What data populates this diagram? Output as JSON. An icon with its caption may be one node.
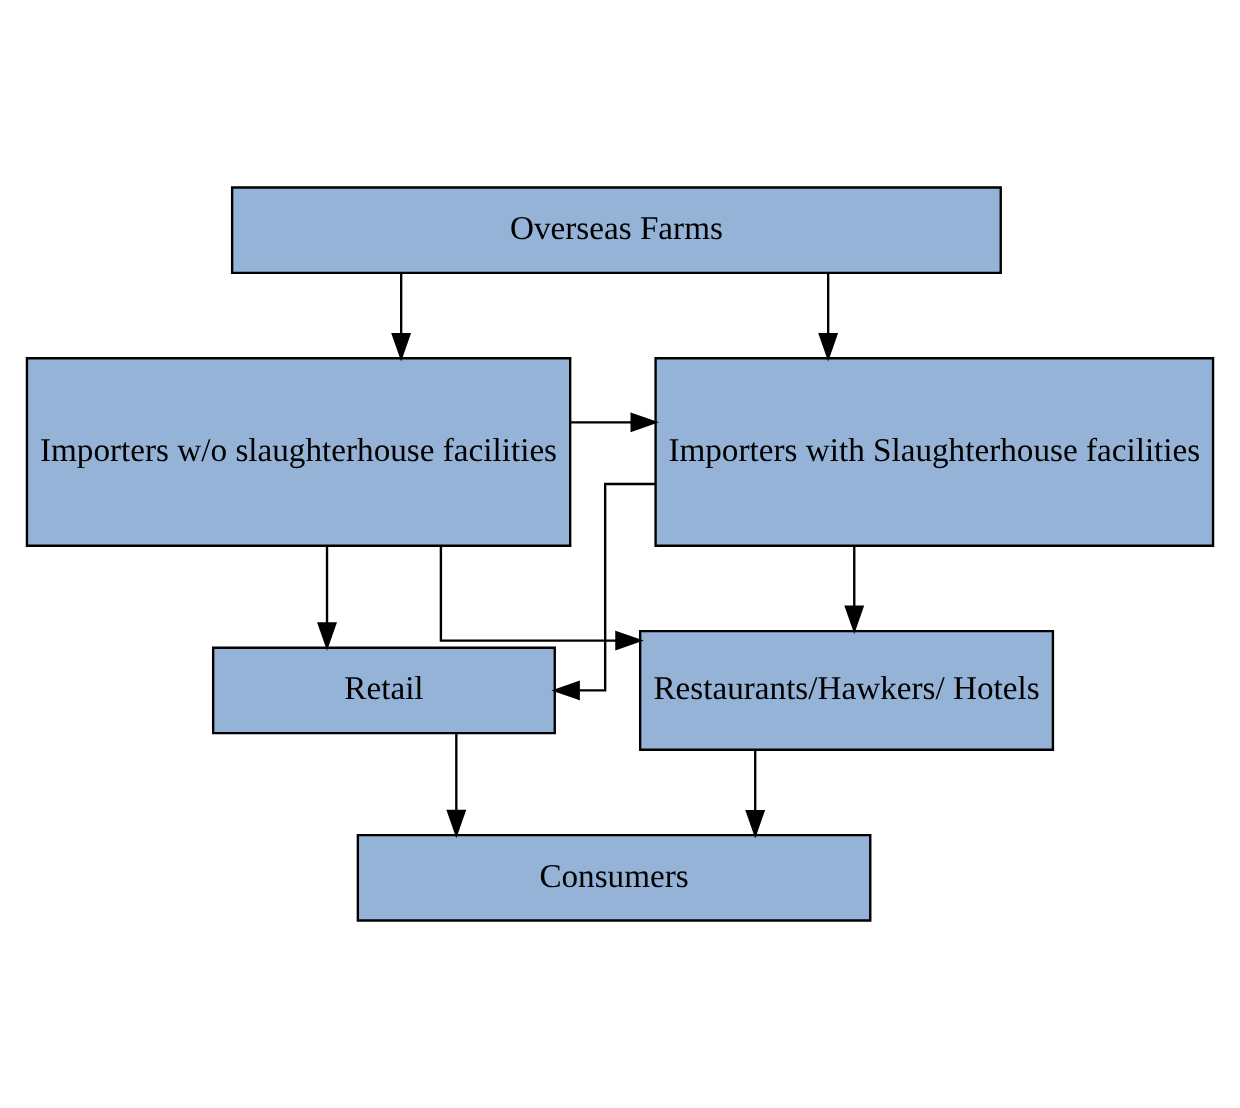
{
  "diagram": {
    "nodes": [
      {
        "text": [
          "Overseas Farms"
        ]
      },
      {
        "text": [
          "Importers w/o slaughterhouse facilities"
        ]
      },
      {
        "text": [
          "Importers with Slaughterhouse facilities"
        ]
      },
      {
        "text": [
          "Retail"
        ]
      },
      {
        "text": [
          "Restaurants/Hawkers/ Hotels"
        ]
      },
      {
        "text": [
          "Consumers"
        ]
      }
    ],
    "edges": [
      {
        "from": 0,
        "to": 1,
        "arrow": "to"
      },
      {
        "from": 0,
        "to": 2,
        "arrow": "to"
      },
      {
        "from": 1,
        "to": 2,
        "arrow": "to"
      },
      {
        "from": 1,
        "to": 3,
        "arrow": "to"
      },
      {
        "from": 1,
        "to": 4,
        "arrow": "to"
      },
      {
        "from": 2,
        "to": 3,
        "arrow": "to"
      },
      {
        "from": 2,
        "to": 4,
        "arrow": "to"
      },
      {
        "from": 3,
        "to": 5,
        "arrow": "to"
      },
      {
        "from": 4,
        "to": 5,
        "arrow": "to"
      }
    ]
  }
}
